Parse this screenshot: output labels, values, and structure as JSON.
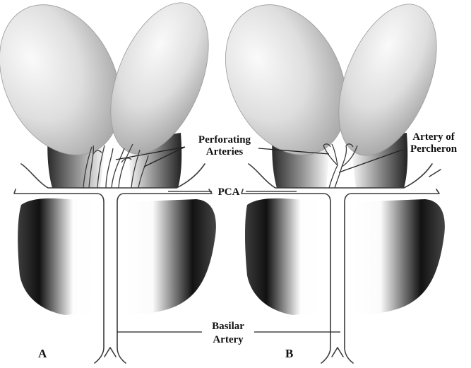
{
  "figure": {
    "panel_a_label": "A",
    "panel_b_label": "B",
    "label_perforating_line1": "Perforating",
    "label_perforating_line2": "Arteries",
    "label_percheron_line1": "Artery of",
    "label_percheron_line2": "Percheron",
    "label_pca": "PCA",
    "label_basilar_line1": "Basilar",
    "label_basilar_line2": "Artery"
  }
}
